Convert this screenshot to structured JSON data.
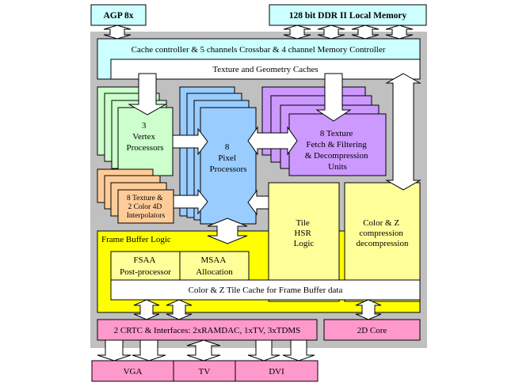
{
  "diagram": {
    "external": {
      "agp": "AGP 8x",
      "memory": "128 bit DDR II Local Memory"
    },
    "cache_controller": "Cache controller & 5 channels Crossbar & 4 channel Memory Controller",
    "texture_geometry_caches": "Texture and Geometry Caches",
    "vertex_processors": [
      "3",
      "Vertex",
      "Processors"
    ],
    "pixel_processors": [
      "8",
      "Pixel",
      "Processors"
    ],
    "texture_units": [
      "8 Texture",
      "Fetch & Filtering",
      "& Decompression",
      "Units"
    ],
    "interpolators": [
      "8 Texture &",
      "2 Color 4D",
      "Interpolators"
    ],
    "tile_hsr": [
      "Tile",
      "HSR",
      "Logic"
    ],
    "color_z_compression": [
      "Color & Z",
      "compression",
      "decompression"
    ],
    "frame_buffer_logic": "Frame Buffer Logic",
    "fsaa": [
      "FSAA",
      "Post-processor"
    ],
    "msaa": [
      "MSAA",
      "Allocation"
    ],
    "tile_cache": "Color & Z Tile Cache for Frame Buffer data",
    "crtc": "2 CRTC & Interfaces: 2xRAMDAC, 1xTV, 3xTDMS",
    "core_2d": "2D Core",
    "outputs": [
      "VGA",
      "TV",
      "DVI"
    ]
  },
  "colors": {
    "chip_background": "#c0c0c0",
    "bus_cyan": "#ccffff",
    "cache_white": "#ffffff",
    "vertex_green": "#ccffcc",
    "interpolator_orange": "#ffcc99",
    "pixel_blue": "#99ccff",
    "texture_purple": "#cc99ff",
    "framebuffer_yellow": "#ffff00",
    "logic_light_yellow": "#ffff99",
    "output_pink": "#ff99cc"
  }
}
